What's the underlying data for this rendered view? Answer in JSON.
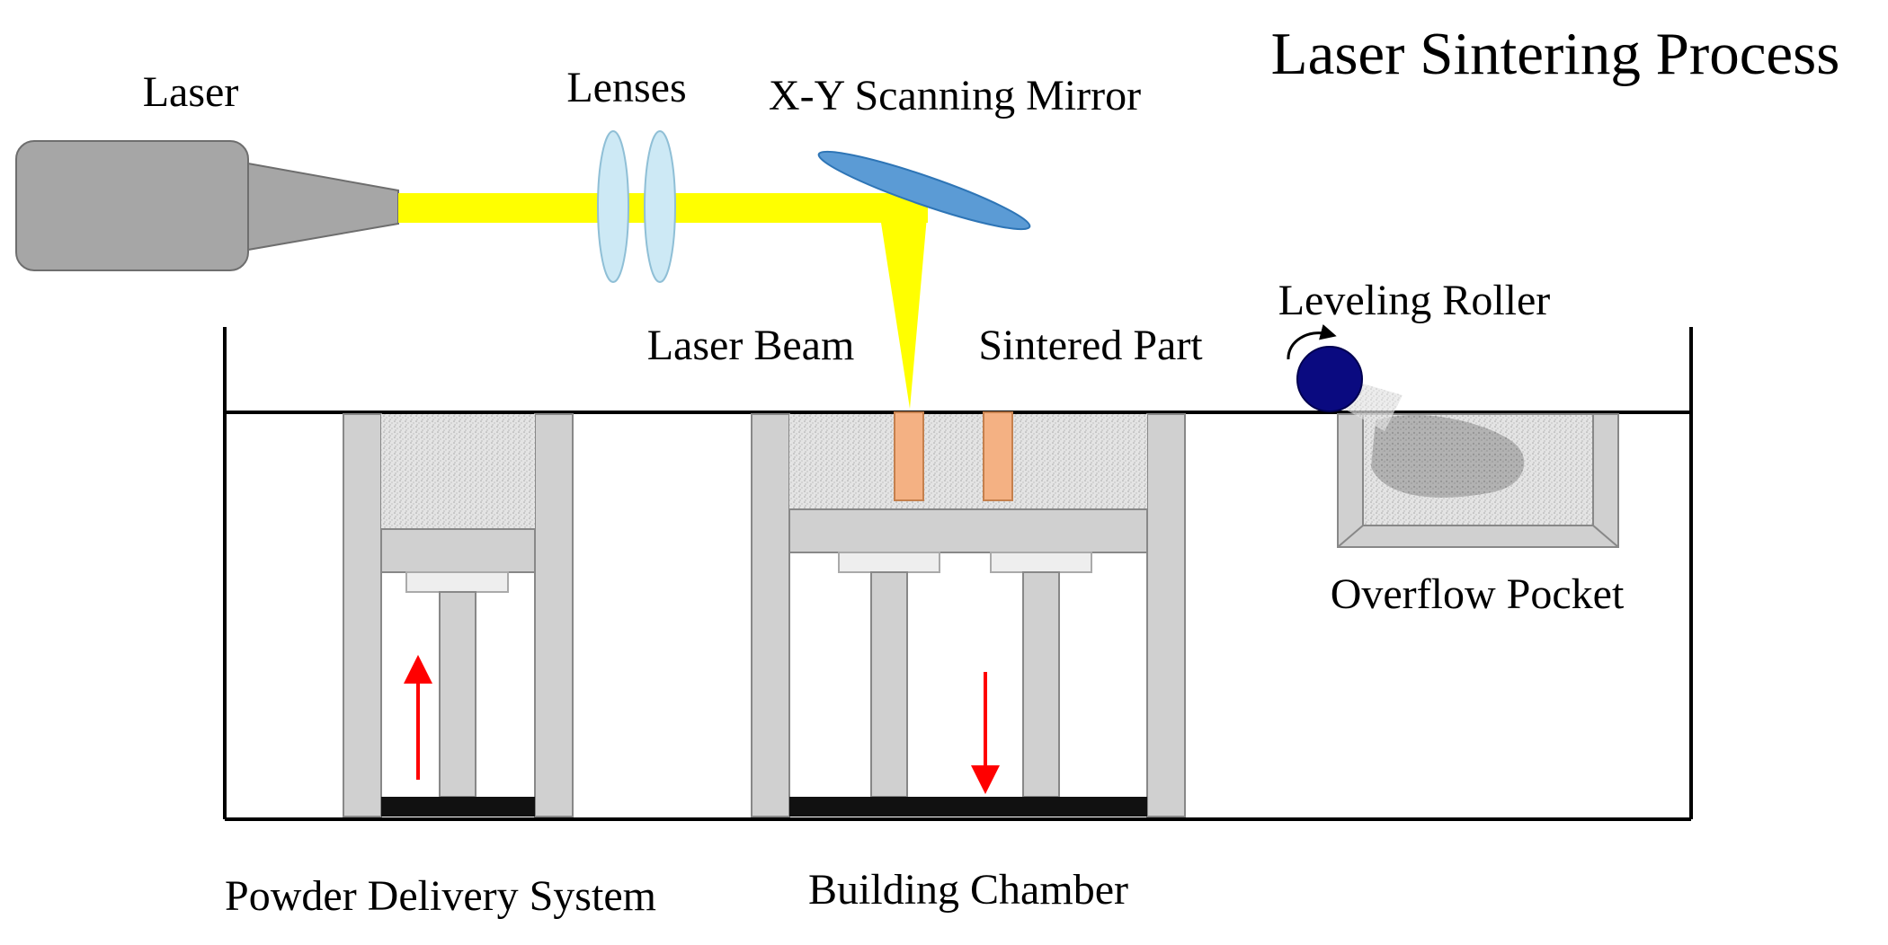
{
  "title": "Laser Sintering Process",
  "labels": {
    "laser": "Laser",
    "lenses": "Lenses",
    "mirror": "X-Y Scanning Mirror",
    "laser_beam": "Laser Beam",
    "sintered_part": "Sintered Part",
    "leveling_roller": "Leveling Roller",
    "overflow_pocket": "Overflow Pocket",
    "powder_delivery": "Powder Delivery System",
    "building_chamber": "Building Chamber"
  },
  "colors": {
    "laser_body": "#a6a6a6",
    "beam": "#ffff00",
    "lens": "#cde9f5",
    "mirror": "#5b9bd5",
    "wall": "#d0d0d0",
    "part": "#f4b183",
    "roller": "#0a0a80",
    "arrow": "#ff0000",
    "base": "#111111",
    "powder": "#dcdcdc"
  },
  "arrows": {
    "powder_delivery_piston": "up",
    "building_piston": "down"
  }
}
